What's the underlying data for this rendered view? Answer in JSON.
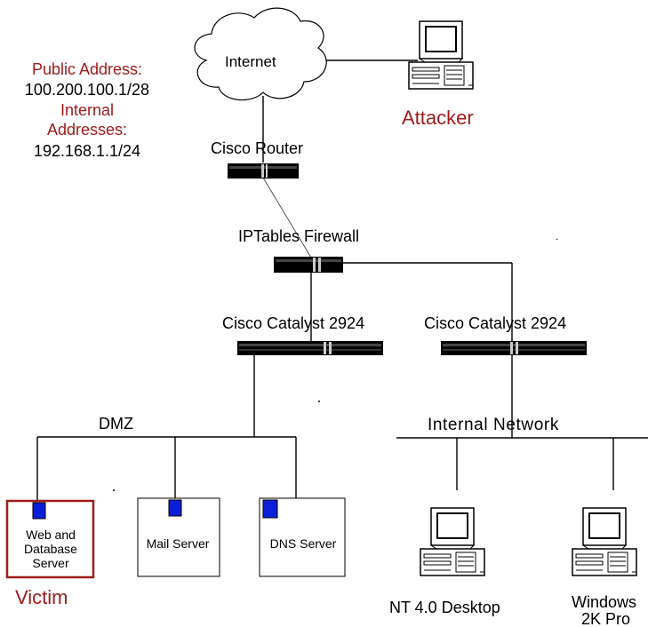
{
  "address_info": {
    "public_label": "Public Address:",
    "public_value": "100.200.100.1/28",
    "internal_label_1": "Internal",
    "internal_label_2": "Addresses:",
    "internal_value": "192.168.1.1/24"
  },
  "nodes": {
    "internet": "Internet",
    "attacker": "Attacker",
    "router": "Cisco Router",
    "firewall": "IPTables Firewall",
    "catalyst_left": "Cisco Catalyst 2924",
    "catalyst_right": "Cisco Catalyst 2924",
    "dmz": "DMZ",
    "internal_network": "Internal Network",
    "web_db_server_1": "Web and",
    "web_db_server_2": "Database",
    "web_db_server_3": "Server",
    "victim": "Victim",
    "mail_server": "Mail Server",
    "dns_server": "DNS Server",
    "nt_desktop": "NT 4.0 Desktop",
    "win2k_1": "Windows",
    "win2k_2": "2K Pro"
  },
  "colors": {
    "highlight_red": "#a01c1c",
    "server_port_blue": "#0b1fd8"
  }
}
